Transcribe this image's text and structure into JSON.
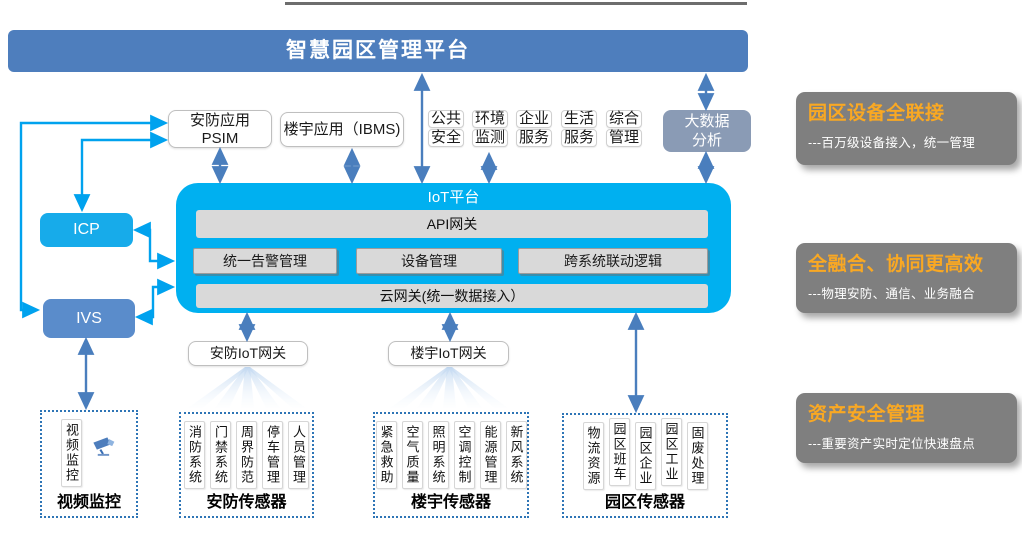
{
  "banner": {
    "title": "智慧园区管理平台"
  },
  "app_layer": {
    "psim_line1": "安防应用",
    "psim_line2": "PSIM",
    "ibms": "楼宇应用（IBMS)",
    "services": [
      {
        "l1": "公共",
        "l2": "安全"
      },
      {
        "l1": "环境",
        "l2": "监测"
      },
      {
        "l1": "企业",
        "l2": "服务"
      },
      {
        "l1": "生活",
        "l2": "服务"
      },
      {
        "l1": "综合",
        "l2": "管理"
      }
    ],
    "bigdata_line1": "大数据",
    "bigdata_line2": "分析"
  },
  "iot_platform": {
    "title": "IoT平台",
    "api_gateway": "API网关",
    "modules": [
      "统一告警管理",
      "设备管理",
      "跨系统联动逻辑"
    ],
    "cloud_gateway": "云网关(统一数据接入）"
  },
  "left_nodes": {
    "icp": "ICP",
    "ivs": "IVS"
  },
  "gateways": {
    "security": "安防IoT网关",
    "building": "楼宇IoT网关"
  },
  "sensor_groups": {
    "video": {
      "columns": [
        "视频监控"
      ],
      "label": "视频监控",
      "icon": "cctv-camera"
    },
    "security": {
      "columns": [
        "消防系统",
        "门禁系统",
        "周界防范",
        "停车管理",
        "人员管理"
      ],
      "label": "安防传感器"
    },
    "building": {
      "columns": [
        "紧急救助",
        "空气质量",
        "照明系统",
        "空调控制",
        "能源管理",
        "新风系统"
      ],
      "label": "楼宇传感器"
    },
    "park": {
      "columns": [
        "物流资源",
        "园区班车",
        "园区企业",
        "园区工业",
        "固废处理"
      ],
      "label": "园区传感器"
    }
  },
  "benefits": [
    {
      "title": "园区设备全联接",
      "desc": "---百万级设备接入，统一管理"
    },
    {
      "title": "全融合、协同更高效",
      "desc": "---物理安防、通信、业务融合"
    },
    {
      "title": "资产安全管理",
      "desc": "---重要资产实时定位快速盘点"
    }
  ],
  "colors": {
    "platform_blue": "#4e7ebd",
    "iot_cyan": "#00b0f0",
    "accent_orange": "#f9a823",
    "arrow_blue": "#4a7ebd",
    "arrow_cyan": "#00a2ee",
    "node_icp": "#17abea",
    "node_ivs": "#5a8ccb",
    "bigdata_gray_blue": "#8a9bb5",
    "benefit_gray": "#7f7f7f",
    "dashed_border": "#2e75b6"
  }
}
